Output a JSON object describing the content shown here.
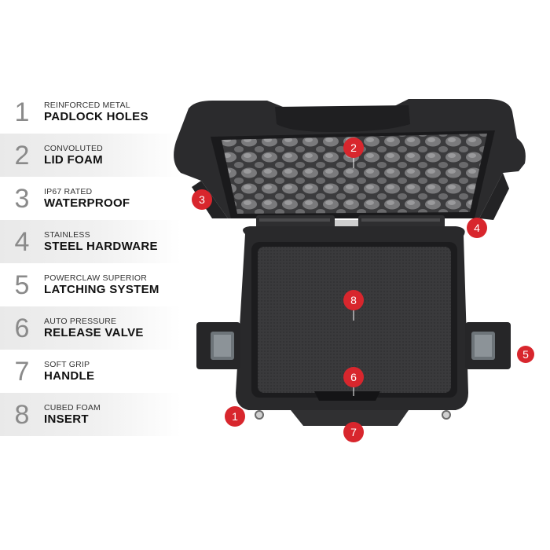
{
  "features": [
    {
      "number": "1",
      "small": "REINFORCED METAL",
      "big": "PADLOCK HOLES"
    },
    {
      "number": "2",
      "small": "CONVOLUTED",
      "big": "LID FOAM"
    },
    {
      "number": "3",
      "small": "IP67 RATED",
      "big": "WATERPROOF"
    },
    {
      "number": "4",
      "small": "STAINLESS",
      "big": "STEEL HARDWARE"
    },
    {
      "number": "5",
      "small": "POWERCLAW SUPERIOR",
      "big": "LATCHING SYSTEM"
    },
    {
      "number": "6",
      "small": "AUTO PRESSURE",
      "big": "RELEASE VALVE"
    },
    {
      "number": "7",
      "small": "SOFT GRIP",
      "big": "HANDLE"
    },
    {
      "number": "8",
      "small": "CUBED FOAM",
      "big": "INSERT"
    }
  ],
  "markers": [
    "1",
    "2",
    "3",
    "4",
    "5",
    "6",
    "7",
    "8"
  ],
  "colors": {
    "marker": "#d8262d",
    "case": "#2a2a2c",
    "foam": "#3a3a3c"
  }
}
